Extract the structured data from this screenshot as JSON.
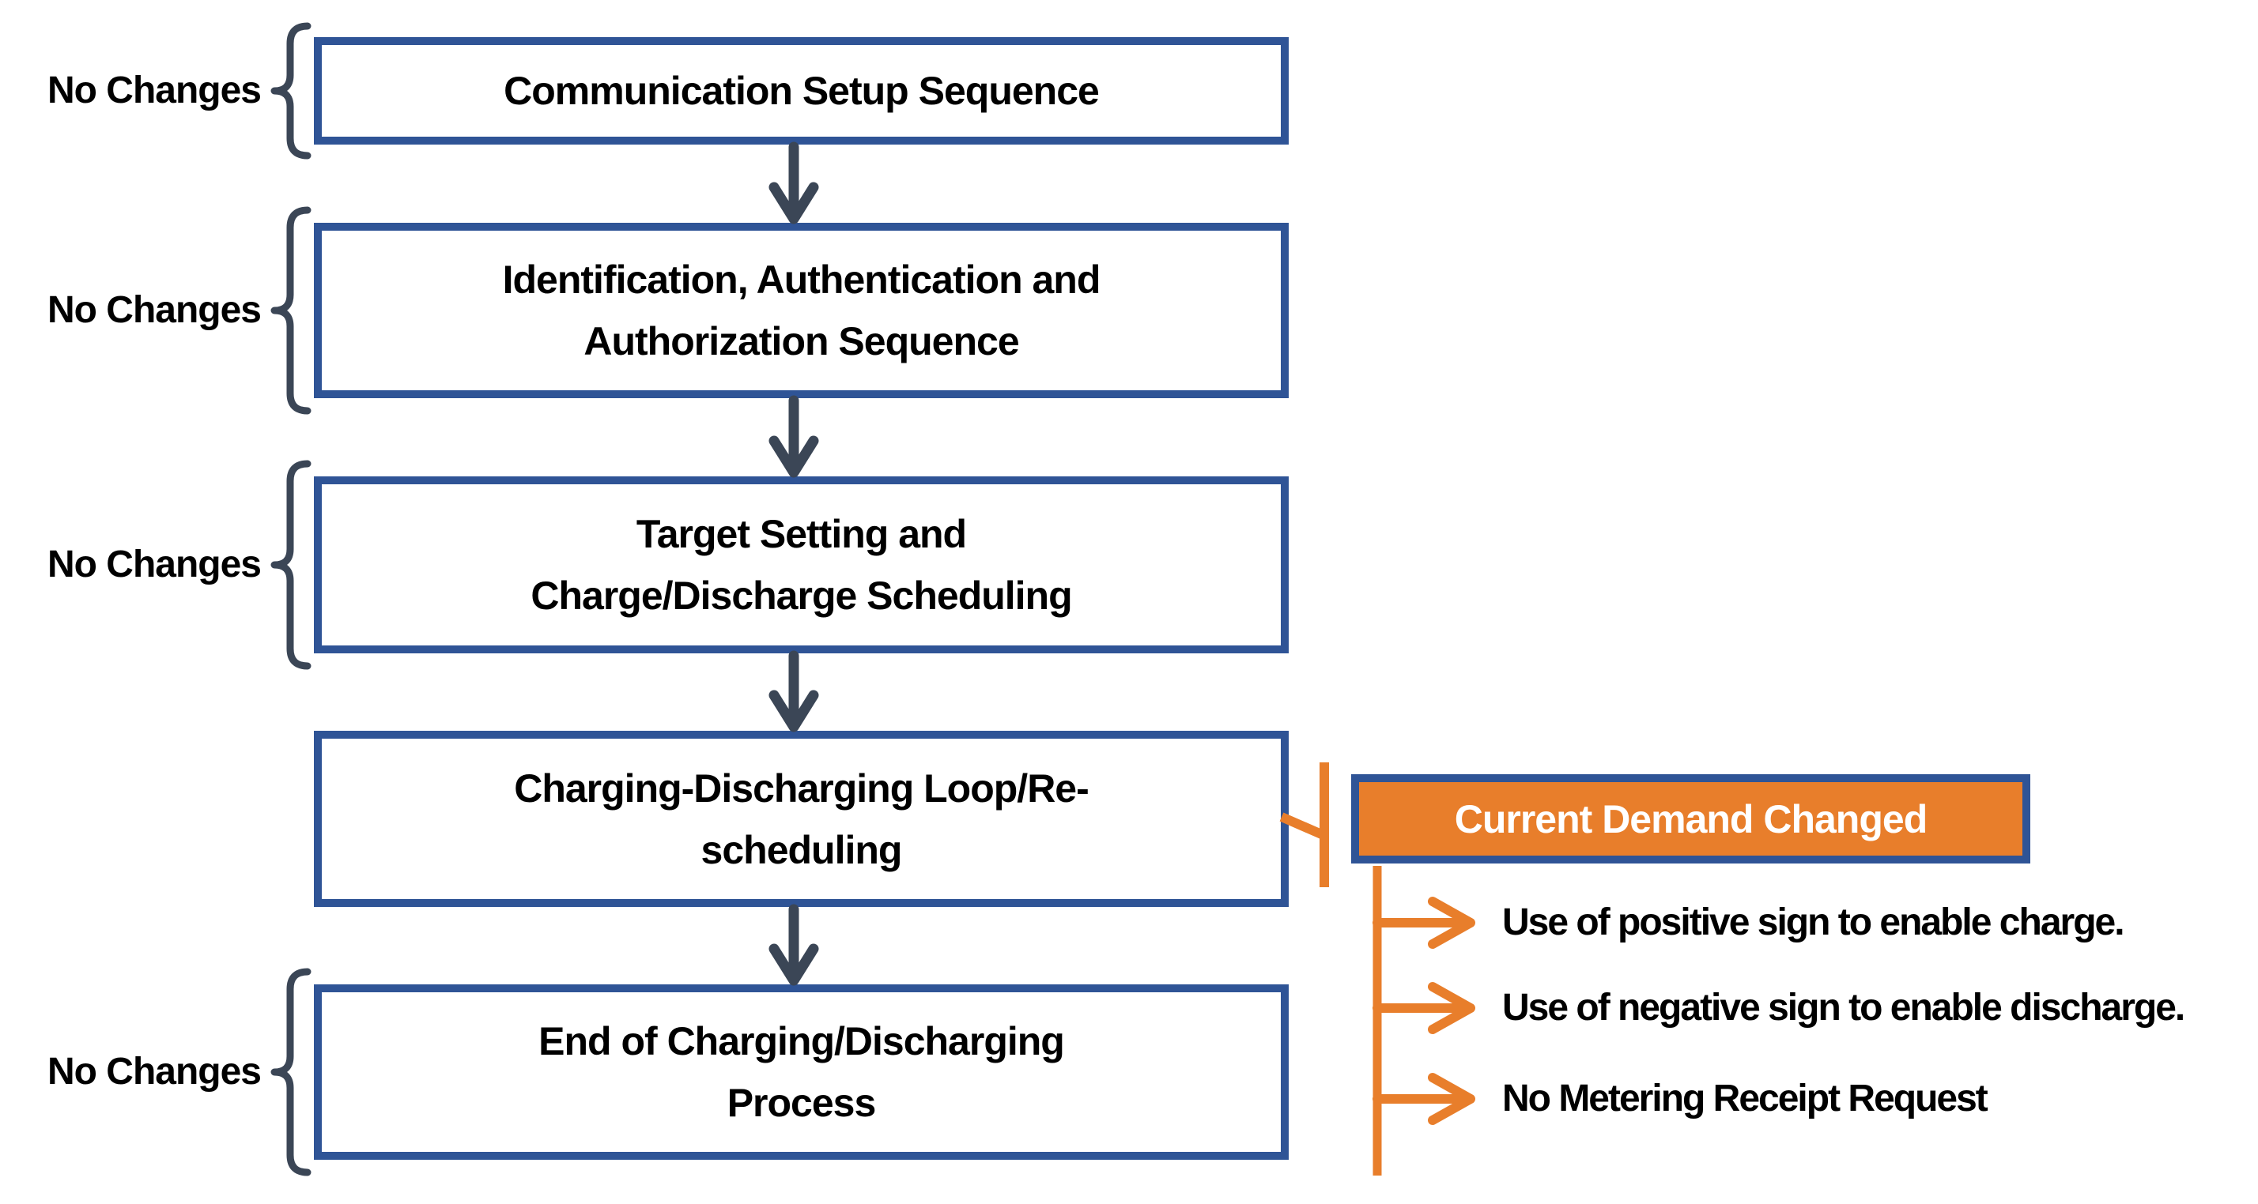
{
  "colors": {
    "box_border": "#2F5496",
    "box_fill": "#FFFFFF",
    "connector": "#3B4656",
    "accent_orange": "#E87E2B",
    "text": "#000000",
    "highlight_text": "#FFFFFF"
  },
  "flow": {
    "boxes": [
      {
        "id": "communication-setup",
        "lines": [
          "Communication Setup Sequence"
        ],
        "annotation": "No Changes"
      },
      {
        "id": "identification-authentication",
        "lines": [
          "Identification, Authentication and",
          "Authorization Sequence"
        ],
        "annotation": "No Changes"
      },
      {
        "id": "target-setting",
        "lines": [
          "Target Setting and",
          "Charge/Discharge Scheduling"
        ],
        "annotation": "No Changes"
      },
      {
        "id": "charging-discharging-loop",
        "lines": [
          "Charging-Discharging Loop/Re-",
          "scheduling"
        ],
        "annotation": ""
      },
      {
        "id": "end-of-process",
        "lines": [
          "End of Charging/Discharging",
          "Process"
        ],
        "annotation": "No Changes"
      }
    ]
  },
  "callout": {
    "label": "Current Demand Changed",
    "bullets": [
      "Use of positive sign to enable charge.",
      "Use of negative sign to enable discharge.",
      "No Metering Receipt Request"
    ]
  }
}
